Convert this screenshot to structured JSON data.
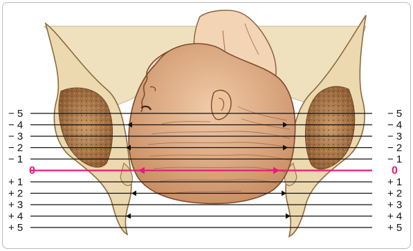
{
  "colors": {
    "frame_border": "#b9b9b9",
    "bone_fill": "#ecd9b0",
    "bone_stroke": "#8a6a3e",
    "cancellous": "#b98a5c",
    "cancellous_dark": "#8c5a30",
    "skin": "#f3d4b4",
    "skin_shade": "#dba880",
    "hair": "#a9734c",
    "station_line": "#111111",
    "zero_line": "#e6197d"
  },
  "stations": [
    {
      "label": "− 5",
      "value": -5,
      "arrowed": false
    },
    {
      "label": "− 4",
      "value": -4,
      "arrowed": true
    },
    {
      "label": "− 3",
      "value": -3,
      "arrowed": false
    },
    {
      "label": "− 2",
      "value": -2,
      "arrowed": true
    },
    {
      "label": "− 1",
      "value": -1,
      "arrowed": false
    },
    {
      "label": "0",
      "value": 0,
      "arrowed": true,
      "highlight": true
    },
    {
      "label": "+ 1",
      "value": 1,
      "arrowed": false
    },
    {
      "label": "+ 2",
      "value": 2,
      "arrowed": true
    },
    {
      "label": "+ 3",
      "value": 3,
      "arrowed": false
    },
    {
      "label": "+ 4",
      "value": 4,
      "arrowed": true
    },
    {
      "label": "+ 5",
      "value": 5,
      "arrowed": false
    }
  ]
}
